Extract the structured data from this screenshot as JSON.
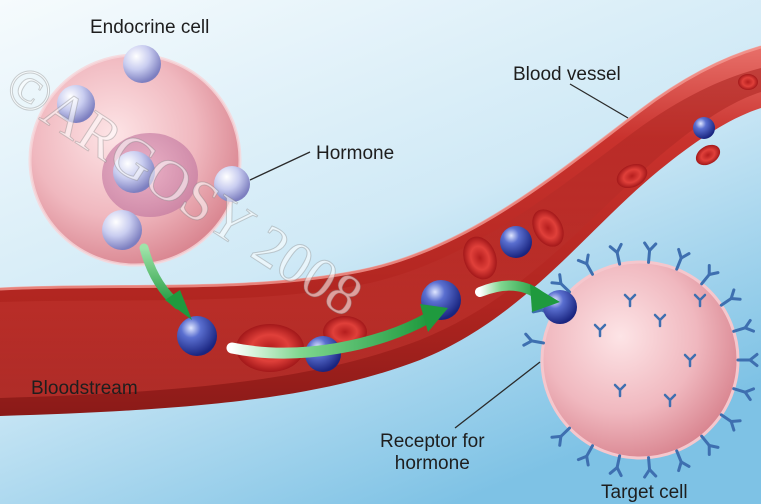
{
  "labels": {
    "endocrine_cell": "Endocrine cell",
    "hormone": "Hormone",
    "blood_vessel": "Blood vessel",
    "bloodstream": "Bloodstream",
    "receptor_line1": "Receptor for",
    "receptor_line2": "hormone",
    "target_cell": "Target cell"
  },
  "watermark": {
    "text": "©ARGOSY 2008"
  },
  "colors": {
    "background_top": "#f4f9fc",
    "background_bottom": "#7fc3e6",
    "vessel": "#c0302c",
    "cell": "#f2bcc2",
    "hormone": "#2b3fa8",
    "arrow": "#2aa84a",
    "receptor": "#3e6fb0"
  }
}
